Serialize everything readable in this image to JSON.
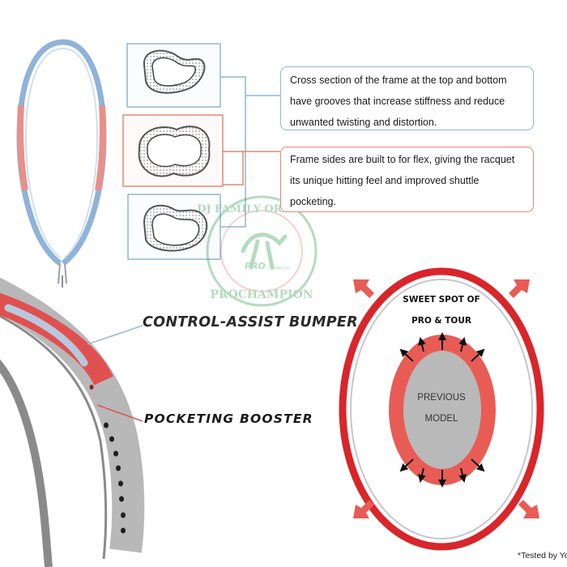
{
  "callouts": {
    "top_bottom": [
      "Cross section of the frame at the top and bottom",
      "have grooves that increase stiffness and reduce",
      "unwanted twisting and distortion."
    ],
    "sides": [
      "Frame sides are built to for flex, giving the racquet",
      "its unique hitting feel and improved shuttle",
      "pocketing."
    ]
  },
  "labels": {
    "bumper": "CONTROL-ASSIST BUMPER",
    "booster": "POCKETING BOOSTER"
  },
  "sweet_spot": {
    "title_line1": "SWEET SPOT OF",
    "title_line2": "PRO & TOUR",
    "previous_line1": "PREVIOUS",
    "previous_line2": "MODEL"
  },
  "watermark": {
    "top_text": "DJ FAMILY ORIGINAL",
    "bottom_text": "PROCHAMPION",
    "center_text": "PRO",
    "center_small": "CHAMPION"
  },
  "footnote": "*Tested by Yo",
  "colors": {
    "frame_blue": "#8fb3d9",
    "frame_red": "#ea8f8a",
    "racquet_red": "#d8262b",
    "sweet_red": "#e85c55",
    "gray": "#b9b9b9",
    "watermark_green": "#2e9a4a"
  }
}
